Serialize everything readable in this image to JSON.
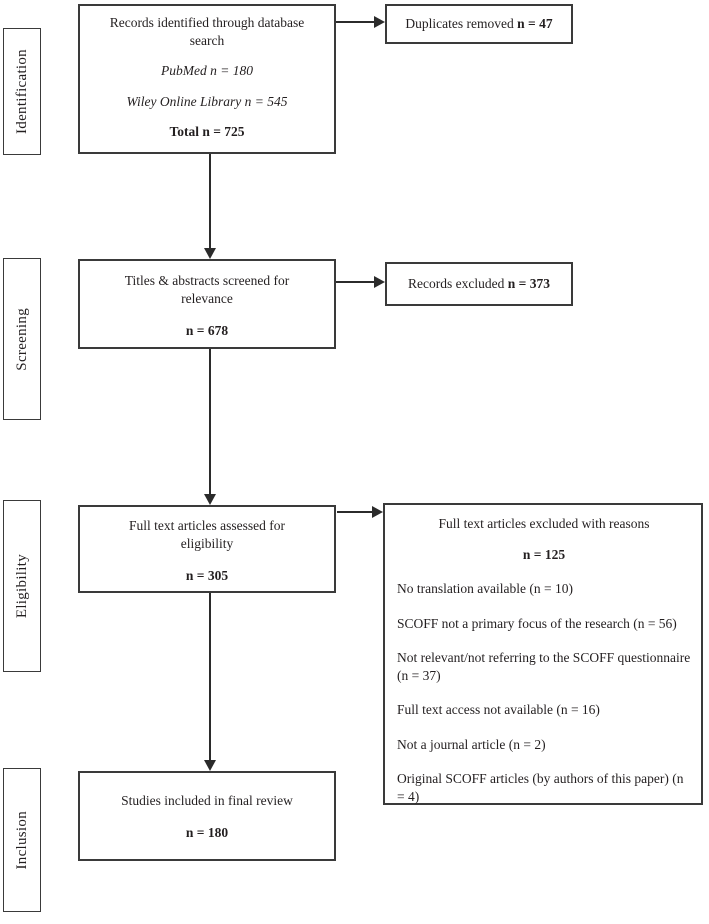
{
  "diagram": {
    "type": "prisma-flowchart",
    "colors": {
      "border": "#3a3a3a",
      "text": "#231f20",
      "background": "#ffffff",
      "arrow": "#2b2b2b"
    },
    "stages": [
      {
        "label": "Identification"
      },
      {
        "label": "Screening"
      },
      {
        "label": "Eligibility"
      },
      {
        "label": "Inclusion"
      }
    ],
    "boxes": {
      "identified": {
        "line1": "Records identified through database search",
        "pubmed": "PubMed n = 180",
        "wiley": "Wiley Online Library n = 545",
        "total": "Total n = 725"
      },
      "duplicates": {
        "label": "Duplicates removed",
        "n": "n = 47"
      },
      "screened": {
        "line1": "Titles & abstracts screened for relevance",
        "n": "n = 678"
      },
      "records_excluded": {
        "label": "Records excluded",
        "n": "n = 373"
      },
      "assessed": {
        "line1": "Full text articles assessed for eligibility",
        "n": "n = 305"
      },
      "fulltext_excluded": {
        "title": "Full text articles excluded with reasons",
        "n": "n = 125",
        "reasons": [
          "No translation available (n = 10)",
          "SCOFF not a primary focus of the research (n = 56)",
          "Not relevant/not referring to the SCOFF questionnaire (n = 37)",
          "Full text access not available (n = 16)",
          "Not a journal article (n = 2)",
          "Original SCOFF articles (by authors of this paper) (n = 4)"
        ]
      },
      "included": {
        "line1": "Studies included in final review",
        "n": "n = 180"
      }
    }
  }
}
